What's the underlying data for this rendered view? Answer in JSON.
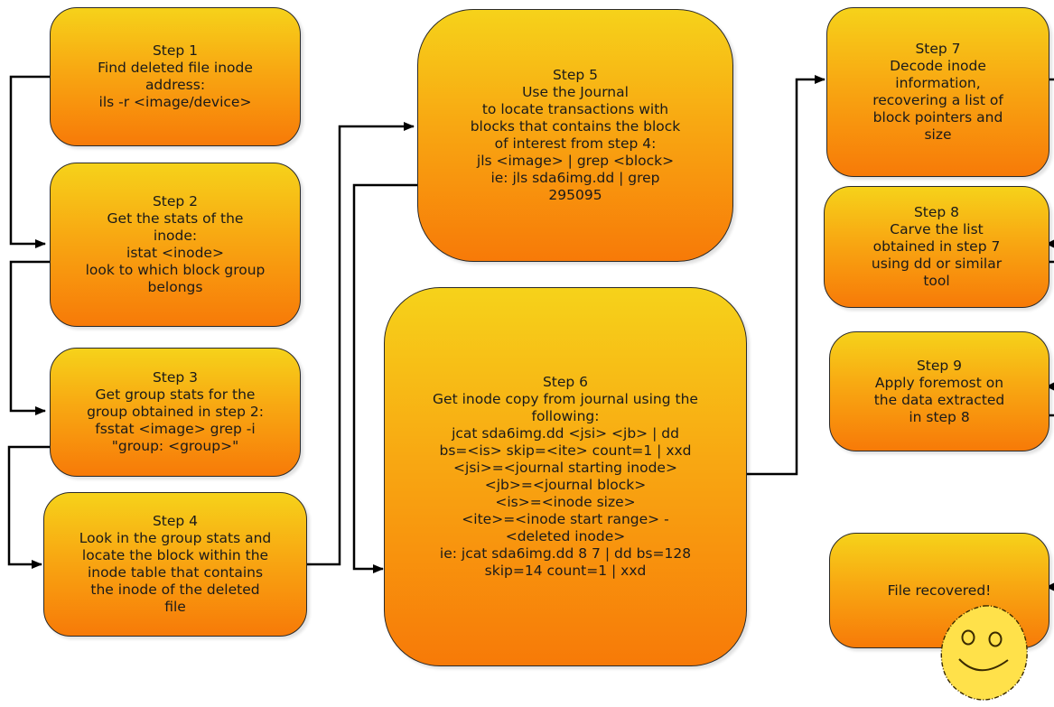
{
  "steps": {
    "step1": {
      "lines": [
        "Step 1",
        "Find deleted file inode",
        "address:",
        "ils -r <image/device>"
      ]
    },
    "step2": {
      "lines": [
        "Step 2",
        "Get the stats of the",
        "inode:",
        "istat <inode>",
        "look to which block group",
        "belongs"
      ]
    },
    "step3": {
      "lines": [
        "Step 3",
        "Get group stats for the",
        "group obtained in step 2:",
        "fsstat <image> grep -i",
        "\"group: <group>\""
      ]
    },
    "step4": {
      "lines": [
        "Step 4",
        "Look in the group stats and",
        "locate the block within the",
        "inode table that contains",
        "the inode of the deleted",
        "file"
      ]
    },
    "step5": {
      "lines": [
        "Step 5",
        "Use the Journal",
        "to locate transactions with",
        "blocks that contains the block",
        "of interest from step 4:",
        "jls <image> | grep <block>",
        "ie: jls sda6img.dd | grep",
        "295095"
      ]
    },
    "step6": {
      "lines": [
        "Step 6",
        "Get inode copy from journal using the",
        "following:",
        "jcat sda6img.dd <jsi> <jb> | dd",
        "bs=<is> skip=<ite> count=1 | xxd",
        "",
        "<jsi>=<journal starting inode>",
        "<jb>=<journal block>",
        "<is>=<inode size>",
        "<ite>=<inode start range> -",
        "<deleted inode>",
        "",
        "",
        "ie: jcat sda6img.dd 8 7 | dd bs=128",
        "skip=14 count=1 | xxd"
      ]
    },
    "step7": {
      "lines": [
        "Step 7",
        "Decode inode",
        "information,",
        "recovering a list of",
        "block pointers and",
        "size"
      ]
    },
    "step8": {
      "lines": [
        "Step 8",
        "Carve the list",
        "obtained in step 7",
        "using dd or similar",
        "tool"
      ]
    },
    "step9": {
      "lines": [
        "Step 9",
        "Apply foremost on",
        "the data extracted",
        "in step 8"
      ]
    },
    "final": {
      "lines": [
        "File recovered!"
      ]
    }
  },
  "colors": {
    "box_top": "#f6d21a",
    "box_bottom": "#f77a08",
    "border": "#2a2a2a",
    "connector": "#000000",
    "smiley": "#ffe14a"
  },
  "icons": {
    "smiley": "smiley-face-icon"
  }
}
